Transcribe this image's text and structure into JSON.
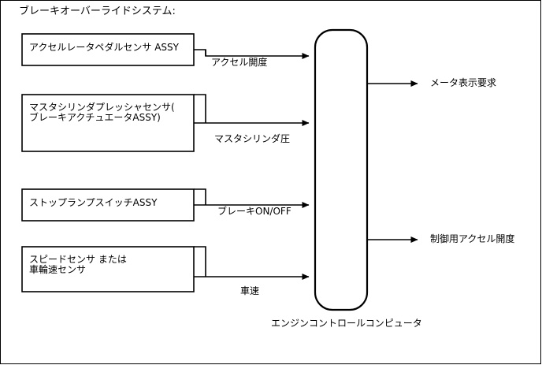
{
  "title": "ブレーキオーバーライドシステム:",
  "sources": [
    {
      "id": "accel-pedal-sensor",
      "label": "アクセルレータペダルセンサ ASSY",
      "signal": "アクセル開度"
    },
    {
      "id": "master-cylinder-pressure-sensor",
      "label_line1": "マスタシリンダプレッシャセンサ(",
      "label_line2": "ブレーキアクチュエータASSY)",
      "signal": "マスタシリンダ圧"
    },
    {
      "id": "stop-lamp-switch",
      "label": "ストップランプスイッチASSY",
      "signal": "ブレーキON/OFF"
    },
    {
      "id": "speed-sensor",
      "label_line1": "スピードセンサ または",
      "label_line2": "車輪速センサ",
      "signal": "車速"
    }
  ],
  "ecu": {
    "caption": "エンジンコントロールコンピュータ"
  },
  "outputs": [
    {
      "id": "meter-display-request",
      "label": "メータ表示要求"
    },
    {
      "id": "control-accel-opening",
      "label": "制御用アクセル開度"
    }
  ],
  "colors": {
    "line": "#000000",
    "background": "#ffffff",
    "text": "#000000"
  }
}
